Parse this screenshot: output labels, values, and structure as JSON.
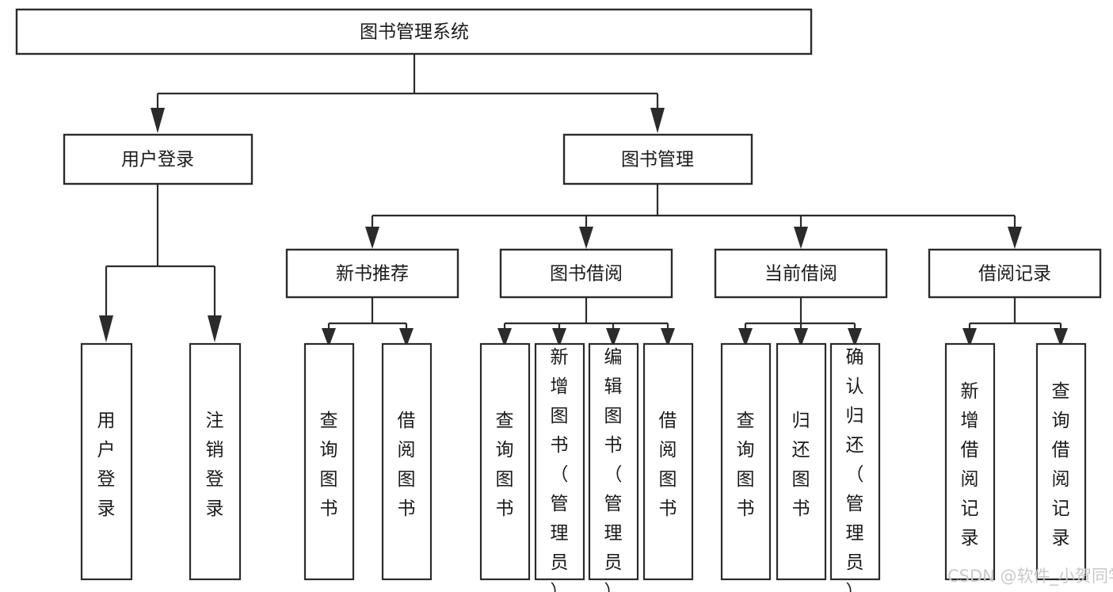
{
  "diagram": {
    "type": "hierarchy-tree",
    "title": "图书管理系统",
    "orientation": "top-down",
    "colors": {
      "stroke": "#2b2b2b",
      "fill": "#ffffff",
      "text": "#1a1a1a",
      "watermark": "#c9c9c9",
      "background": "#ffffff"
    },
    "root": {
      "label": "图书管理系统"
    },
    "level2": [
      {
        "label": "用户登录"
      },
      {
        "label": "图书管理"
      }
    ],
    "level3": [
      {
        "label": "新书推荐"
      },
      {
        "label": "图书借阅"
      },
      {
        "label": "当前借阅"
      },
      {
        "label": "借阅记录"
      }
    ],
    "leaves": {
      "user_login": [
        {
          "label": "用户登录"
        },
        {
          "label": "注销登录"
        }
      ],
      "new_book_recommend": [
        {
          "label": "查询图书"
        },
        {
          "label": "借阅图书"
        }
      ],
      "book_borrow": [
        {
          "label": "查询图书"
        },
        {
          "label": "新增图书（管理员）"
        },
        {
          "label": "编辑图书（管理员）"
        },
        {
          "label": "借阅图书"
        }
      ],
      "current_borrow": [
        {
          "label": "查询图书"
        },
        {
          "label": "归还图书"
        },
        {
          "label": "确认归还（管理员）"
        }
      ],
      "borrow_record": [
        {
          "label": "新增借阅记录"
        },
        {
          "label": "查询借阅记录"
        }
      ]
    },
    "watermark": "CSDN @软件_小贺同学"
  }
}
